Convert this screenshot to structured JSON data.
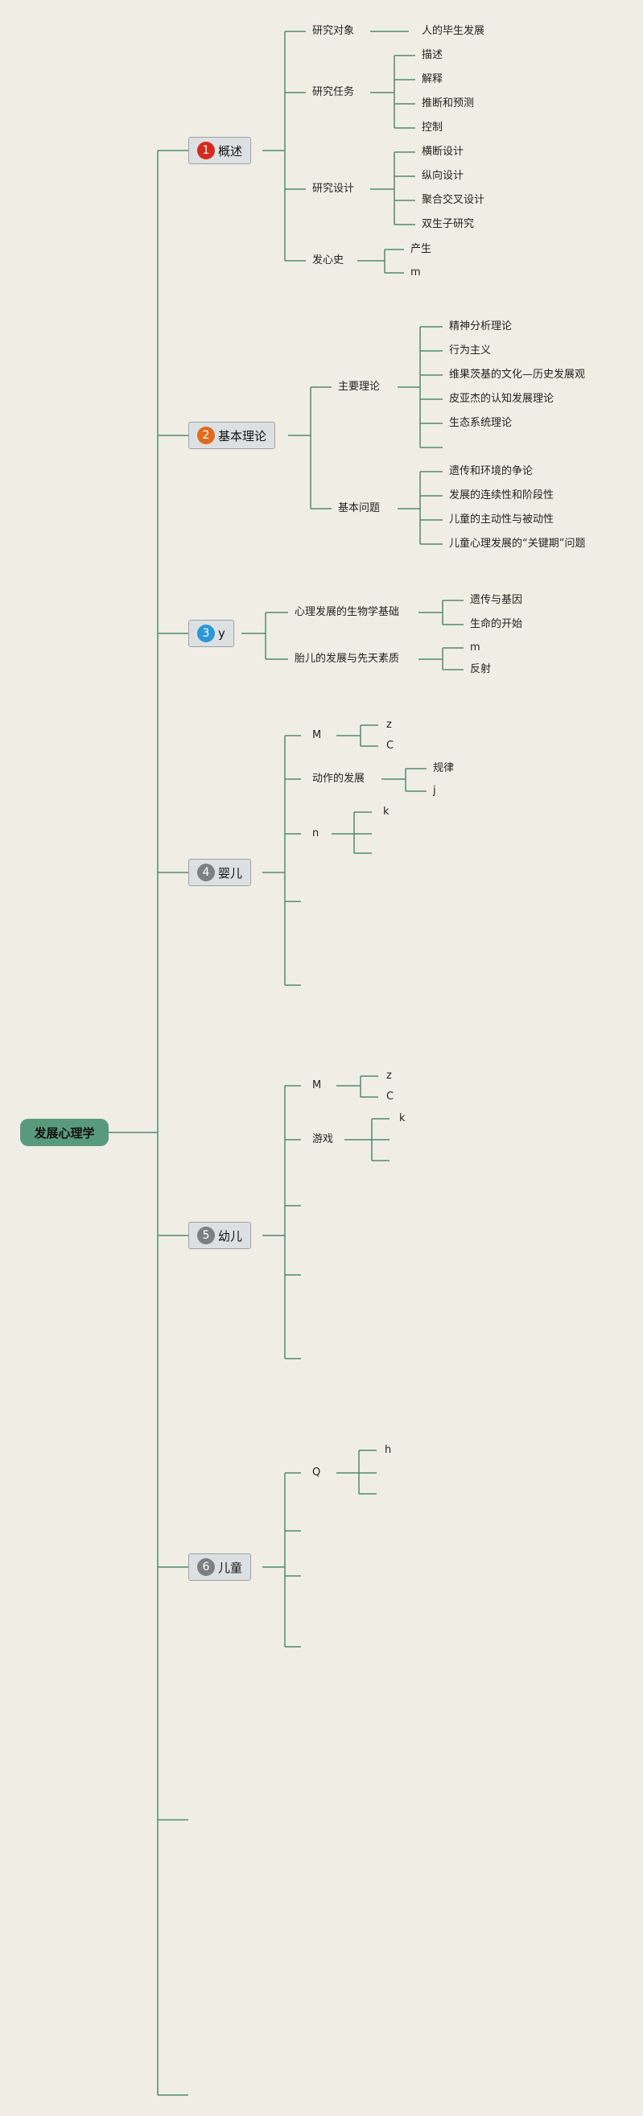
{
  "root": {
    "label": "发展心理学"
  },
  "colors": {
    "line": "#4f8a70",
    "root_bg": "#5a9a7c",
    "badge_red": "#d42a1c",
    "badge_orange": "#e06b1e",
    "badge_blue": "#2a97d6",
    "badge_gray": "#7d7f80"
  },
  "topics": [
    {
      "num": "1",
      "label": "概述",
      "badge_color": "#d42a1c"
    },
    {
      "num": "2",
      "label": "基本理论",
      "badge_color": "#e06b1e"
    },
    {
      "num": "3",
      "label": "y",
      "badge_color": "#2a97d6"
    },
    {
      "num": "4",
      "label": "婴儿",
      "badge_color": "#7d7f80"
    },
    {
      "num": "5",
      "label": "幼儿",
      "badge_color": "#7d7f80"
    },
    {
      "num": "6",
      "label": "儿童",
      "badge_color": "#7d7f80"
    }
  ],
  "t1": {
    "a": "研究对象",
    "a1": "人的毕生发展",
    "b": "研究任务",
    "b1": "描述",
    "b2": "解释",
    "b3": "推断和预测",
    "b4": "控制",
    "c": "研究设计",
    "c1": "横断设计",
    "c2": "纵向设计",
    "c3": "聚合交叉设计",
    "c4": "双生子研究",
    "d": "发心史",
    "d1": "产生",
    "d2": "m"
  },
  "t2": {
    "a": "主要理论",
    "a1": "精神分析理论",
    "a2": "行为主义",
    "a3": "维果茨基的文化—历史发展观",
    "a4": "皮亚杰的认知发展理论",
    "a5": "生态系统理论",
    "b": "基本问题",
    "b1": "遗传和环境的争论",
    "b2": "发展的连续性和阶段性",
    "b3": "儿童的主动性与被动性",
    "b4": "儿童心理发展的“关键期”问题"
  },
  "t3": {
    "a": "心理发展的生物学基础",
    "a1": "遗传与基因",
    "a2": "生命的开始",
    "b": "胎儿的发展与先天素质",
    "b1": "m",
    "b2": "反射"
  },
  "t4": {
    "a": "M",
    "a1": "z",
    "a2": "C",
    "b": "动作的发展",
    "b1": "规律",
    "b2": "j",
    "c": "n",
    "c1": "k"
  },
  "t5": {
    "a": "M",
    "a1": "z",
    "a2": "C",
    "b": "游戏",
    "b1": "k"
  },
  "t6": {
    "a": "Q",
    "a1": "h"
  }
}
